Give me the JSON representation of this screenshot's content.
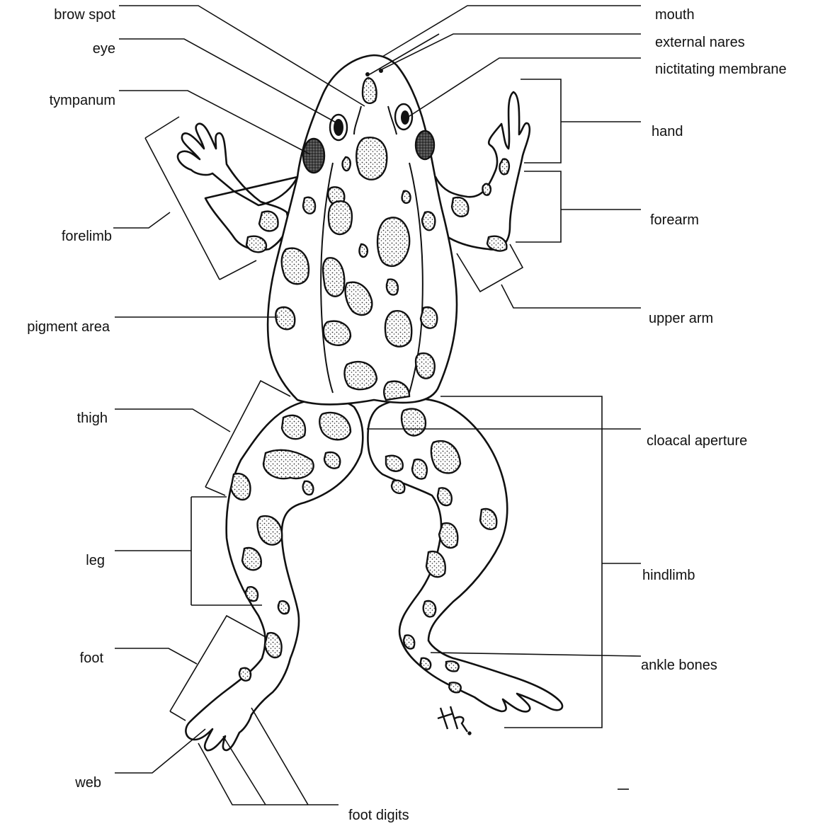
{
  "labels": {
    "brow_spot": "brow spot",
    "eye": "eye",
    "tympanum": "tympanum",
    "forelimb": "forelimb",
    "pigment_area": "pigment area",
    "thigh": "thigh",
    "leg": "leg",
    "foot": "foot",
    "web": "web",
    "foot_digits": "foot digits",
    "mouth": "mouth",
    "external_nares": "external nares",
    "nictitating_membrane": "nictitating membrane",
    "hand": "hand",
    "forearm": "forearm",
    "upper_arm": "upper arm",
    "cloacal_aperture": "cloacal aperture",
    "hindlimb": "hindlimb",
    "ankle_bones": "ankle bones"
  },
  "artist_mark": "Hr.",
  "colors": {
    "ink": "#111111",
    "background": "#ffffff"
  }
}
